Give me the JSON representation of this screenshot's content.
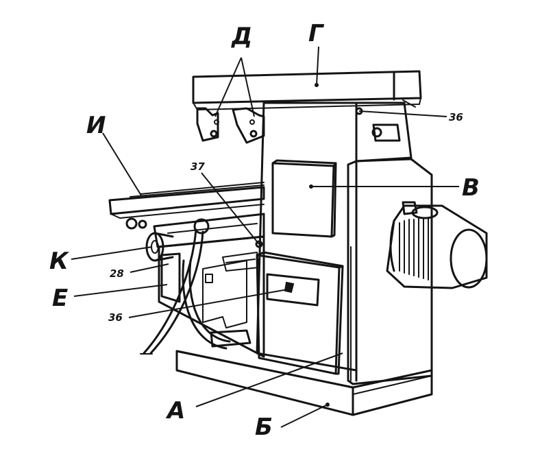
{
  "diagram": {
    "labels": {
      "A": "А",
      "B": "Б",
      "V": "В",
      "G": "Г",
      "D": "Д",
      "E": "Е",
      "I": "И",
      "K": "К"
    },
    "numbers": {
      "n36_top": "36",
      "n37": "37",
      "n28": "28",
      "n36_bottom": "36"
    }
  }
}
